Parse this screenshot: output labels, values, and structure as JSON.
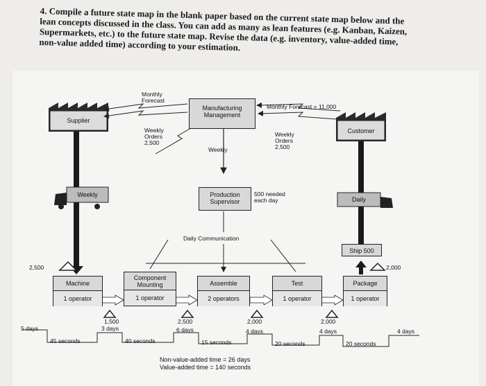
{
  "question": {
    "lines": [
      "4. Compile a future state map in the blank paper based on the current state map below and the",
      "lean concepts discussed in the class. You can add as many as lean features (e.g. Kanban, Kaizen,",
      "Supermarkets, etc.) to the future state map. Revise the data (e.g. inventory, value-added time,",
      "non-value added time) according to your estimation."
    ]
  },
  "map": {
    "supplier": "Supplier",
    "customer": "Customer",
    "mgmt": [
      "Manufacturing",
      "Management"
    ],
    "monthly_forecast_left": [
      "Monthly",
      "Forecast"
    ],
    "monthly_forecast_right": "Monthly Forecast = 11,000",
    "weekly_orders_left": [
      "Weekly",
      "Orders",
      "2,500"
    ],
    "weekly_orders_right": [
      "Weekly",
      "Orders",
      "2,500"
    ],
    "weekly_schedule": "Weekly",
    "supervisor": [
      "Production",
      "Supervisor"
    ],
    "needed": [
      "500 needed",
      "each day"
    ],
    "daily_comm": "Daily Communication",
    "truck_in": "Weekly",
    "truck_out": "Daily",
    "ship": "Ship 500",
    "inventory_in": "2,500",
    "inventory_out": "2,000",
    "processes": [
      {
        "name": "Machine",
        "operators": "1 operator"
      },
      {
        "name": "Component Mounting",
        "operators": "1 operator"
      },
      {
        "name": "Assemble",
        "operators": "2 operators"
      },
      {
        "name": "Test",
        "operators": "1 operator"
      },
      {
        "name": "Package",
        "operators": "1 operator"
      }
    ],
    "wip": [
      "1,500",
      "2,500",
      "2,000",
      "2,000"
    ],
    "timeline_days": [
      "5 days",
      "3 days",
      "6 days",
      "4 days",
      "4 days",
      "4 days"
    ],
    "timeline_seconds": [
      "45 seconds",
      "40 seconds",
      "15 seconds",
      "20 seconds",
      "20 seconds"
    ],
    "summary": [
      "Non-value-added time = 26 days",
      "Value-added time = 140 seconds"
    ]
  }
}
